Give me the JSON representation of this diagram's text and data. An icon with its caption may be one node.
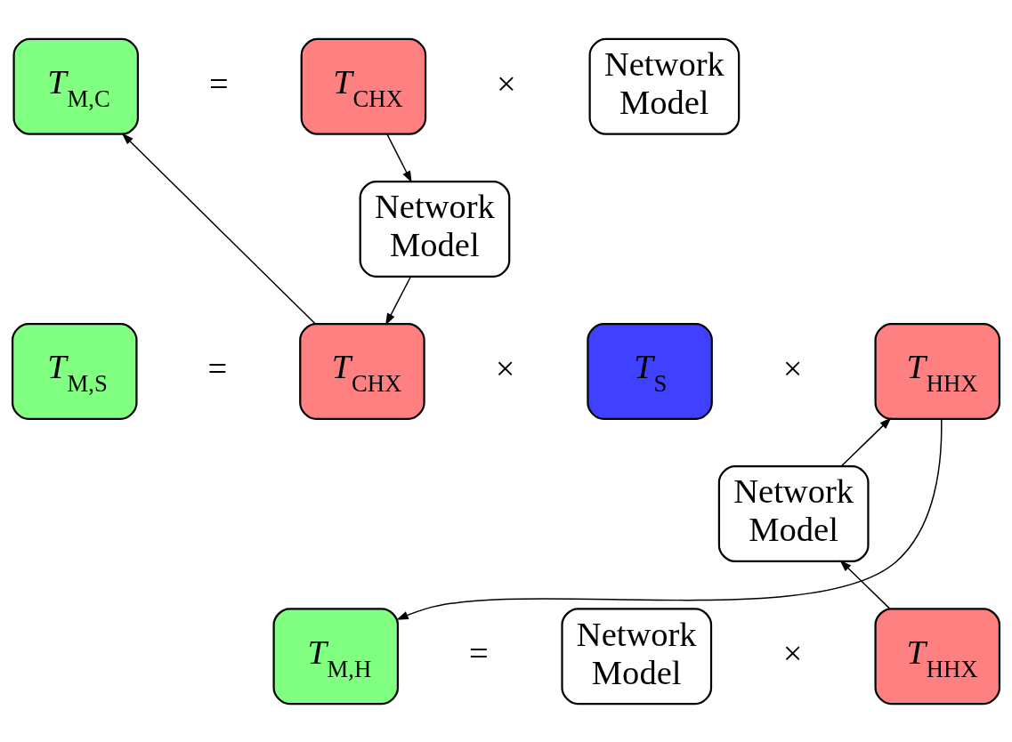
{
  "diagram": {
    "nodes": [
      {
        "text": [
          "*T*$_{M,C}$"
        ]
      },
      {
        "text": [
          "*T*$_{CHX}$"
        ]
      },
      {
        "text": [
          "Network Model"
        ]
      },
      {
        "text": [
          "Network Model"
        ]
      },
      {
        "text": [
          "*T*$_{M,S}$"
        ]
      },
      {
        "text": [
          "*T*$_{CHX}$"
        ]
      },
      {
        "text": [
          "*T*$_{S}$"
        ]
      },
      {
        "text": [
          "*T*$_{HHX}$"
        ]
      },
      {
        "text": [
          "Network Model"
        ]
      },
      {
        "text": [
          "*T*$_{M,H}$"
        ]
      },
      {
        "text": [
          "Network Model"
        ]
      },
      {
        "text": [
          "*T*$_{HHX}$"
        ]
      }
    ],
    "edges": [
      {
        "from": 1,
        "to": 3,
        "arrow": "to"
      },
      {
        "from": 3,
        "to": 5,
        "arrow": "to"
      },
      {
        "from": 5,
        "to": 0,
        "arrow": "to"
      },
      {
        "from": 7,
        "to": 9,
        "arrow": "to"
      },
      {
        "from": 11,
        "to": 8,
        "arrow": "to"
      },
      {
        "from": 8,
        "to": 7,
        "arrow": "to"
      }
    ],
    "labels": [
      "=",
      "×",
      "=",
      "×",
      "×",
      "=",
      "×"
    ]
  }
}
